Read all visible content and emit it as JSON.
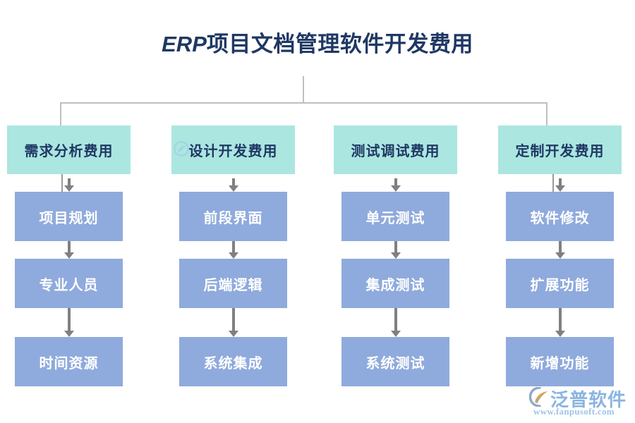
{
  "title": {
    "latin": "ERP",
    "cjk": "项目文档管理软件开发费用",
    "full": "ERP项目文档管理软件开发费用"
  },
  "colors": {
    "background": "#ffffff",
    "title_text": "#1f3864",
    "header_box_fill": "#abe6e0",
    "header_box_text": "#1f3864",
    "node_box_fill": "#8faadc",
    "node_box_text": "#ffffff",
    "connector_line": "#bfbfbf",
    "arrow": "#808080",
    "logo_text": "#8ab4e0",
    "logo_mark_accent": "#e8a33d"
  },
  "diagram": {
    "type": "tree-flowchart",
    "root_connector": true,
    "columns": [
      {
        "header": "需求分析费用",
        "nodes": [
          "项目规划",
          "专业人员",
          "时间资源"
        ]
      },
      {
        "header": "设计开发费用",
        "nodes": [
          "前段界面",
          "后端逻辑",
          "系统集成"
        ]
      },
      {
        "header": "测试调试费用",
        "nodes": [
          "单元测试",
          "集成测试",
          "系统测试"
        ]
      },
      {
        "header": "定制开发费用",
        "nodes": [
          "软件修改",
          "扩展功能",
          "新增功能"
        ]
      }
    ]
  },
  "logo": {
    "brand": "泛普软件",
    "url": "www.fanpusoft.com",
    "mark_icon": "swoosh-circle-icon"
  }
}
